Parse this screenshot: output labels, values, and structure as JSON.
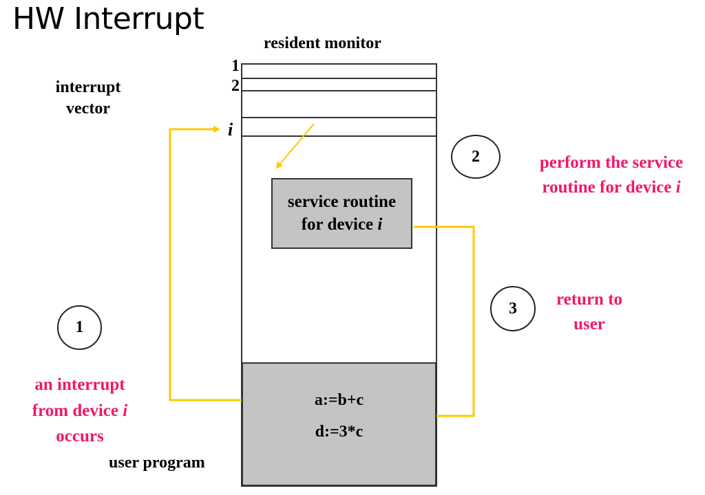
{
  "title": "HW Interrupt",
  "memory": {
    "header_label": "resident monitor",
    "vector_label_line1": "interrupt",
    "vector_label_line2": "vector",
    "slot_labels": [
      "1",
      "2",
      "i"
    ],
    "service_routine_line1": "service routine",
    "service_routine_line2_prefix": "for device ",
    "service_routine_line2_var": "i",
    "user_program_label": "user program",
    "user_code": [
      "a:=b+c",
      "d:=3*c"
    ]
  },
  "steps": [
    {
      "number": "1",
      "text_line1": "an interrupt",
      "text_line2_prefix": "from device ",
      "text_line2_var": "i",
      "text_line3": "occurs"
    },
    {
      "number": "2",
      "text_line1": "perform the service",
      "text_line2_prefix": "routine for device ",
      "text_line2_var": "i"
    },
    {
      "number": "3",
      "text_line1": "return to",
      "text_line2": "user"
    }
  ],
  "colors": {
    "arrow": "#ffc800",
    "step_text": "#f0186a",
    "box_fill": "#c4c4c4",
    "outline": "#333333"
  }
}
